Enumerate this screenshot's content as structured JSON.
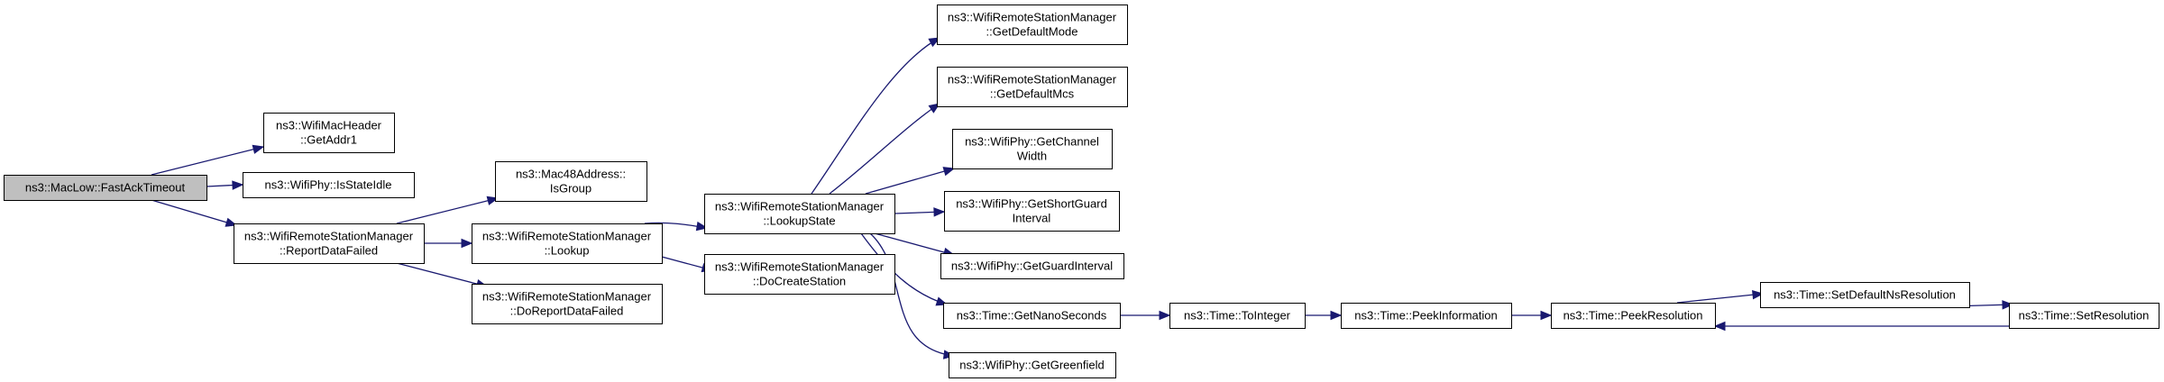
{
  "diagram": {
    "type": "call-graph",
    "colors": {
      "edge": "#191970",
      "root_fill": "#bfbfbf",
      "node_fill": "#ffffff",
      "node_stroke": "#000000"
    },
    "nodes": [
      {
        "id": "fastacktimeout",
        "lines": [
          "ns3::MacLow::FastAckTimeout"
        ],
        "root": true
      },
      {
        "id": "getaddr1",
        "lines": [
          "ns3::WifiMacHeader",
          "::GetAddr1"
        ]
      },
      {
        "id": "isstateidle",
        "lines": [
          "ns3::WifiPhy::IsStateIdle"
        ]
      },
      {
        "id": "reportdatafailed",
        "lines": [
          "ns3::WifiRemoteStationManager",
          "::ReportDataFailed"
        ]
      },
      {
        "id": "isgroup",
        "lines": [
          "ns3::Mac48Address::",
          "IsGroup"
        ]
      },
      {
        "id": "lookup",
        "lines": [
          "ns3::WifiRemoteStationManager",
          "::Lookup"
        ]
      },
      {
        "id": "doreportdatafailed",
        "lines": [
          "ns3::WifiRemoteStationManager",
          "::DoReportDataFailed"
        ]
      },
      {
        "id": "lookupstate",
        "lines": [
          "ns3::WifiRemoteStationManager",
          "::LookupState"
        ]
      },
      {
        "id": "docreatestation",
        "lines": [
          "ns3::WifiRemoteStationManager",
          "::DoCreateStation"
        ]
      },
      {
        "id": "getdefaultmode",
        "lines": [
          "ns3::WifiRemoteStationManager",
          "::GetDefaultMode"
        ]
      },
      {
        "id": "getdefaultmcs",
        "lines": [
          "ns3::WifiRemoteStationManager",
          "::GetDefaultMcs"
        ]
      },
      {
        "id": "getchannelwidth",
        "lines": [
          "ns3::WifiPhy::GetChannel",
          "Width"
        ]
      },
      {
        "id": "getshortguardinterval",
        "lines": [
          "ns3::WifiPhy::GetShortGuard",
          "Interval"
        ]
      },
      {
        "id": "getguardinterval",
        "lines": [
          "ns3::WifiPhy::GetGuardInterval"
        ]
      },
      {
        "id": "getnanoseconds",
        "lines": [
          "ns3::Time::GetNanoSeconds"
        ]
      },
      {
        "id": "getgreenfield",
        "lines": [
          "ns3::WifiPhy::GetGreenfield"
        ]
      },
      {
        "id": "tointeger",
        "lines": [
          "ns3::Time::ToInteger"
        ]
      },
      {
        "id": "peekinformation",
        "lines": [
          "ns3::Time::PeekInformation"
        ]
      },
      {
        "id": "peekresolution",
        "lines": [
          "ns3::Time::PeekResolution"
        ]
      },
      {
        "id": "setdefaultnsresolution",
        "lines": [
          "ns3::Time::SetDefaultNsResolution"
        ]
      },
      {
        "id": "setresolution",
        "lines": [
          "ns3::Time::SetResolution"
        ]
      }
    ],
    "edges": [
      {
        "from": "fastacktimeout",
        "to": "getaddr1"
      },
      {
        "from": "fastacktimeout",
        "to": "isstateidle"
      },
      {
        "from": "fastacktimeout",
        "to": "reportdatafailed"
      },
      {
        "from": "reportdatafailed",
        "to": "isgroup"
      },
      {
        "from": "reportdatafailed",
        "to": "lookup"
      },
      {
        "from": "reportdatafailed",
        "to": "doreportdatafailed"
      },
      {
        "from": "lookup",
        "to": "lookupstate"
      },
      {
        "from": "lookup",
        "to": "docreatestation"
      },
      {
        "from": "lookupstate",
        "to": "getdefaultmode"
      },
      {
        "from": "lookupstate",
        "to": "getdefaultmcs"
      },
      {
        "from": "lookupstate",
        "to": "getchannelwidth"
      },
      {
        "from": "lookupstate",
        "to": "getshortguardinterval"
      },
      {
        "from": "lookupstate",
        "to": "getguardinterval"
      },
      {
        "from": "lookupstate",
        "to": "getnanoseconds"
      },
      {
        "from": "lookupstate",
        "to": "getgreenfield"
      },
      {
        "from": "getnanoseconds",
        "to": "tointeger"
      },
      {
        "from": "tointeger",
        "to": "peekinformation"
      },
      {
        "from": "peekinformation",
        "to": "peekresolution"
      },
      {
        "from": "peekresolution",
        "to": "setdefaultnsresolution"
      },
      {
        "from": "setdefaultnsresolution",
        "to": "setresolution"
      },
      {
        "from": "setresolution",
        "to": "peekresolution"
      }
    ]
  }
}
